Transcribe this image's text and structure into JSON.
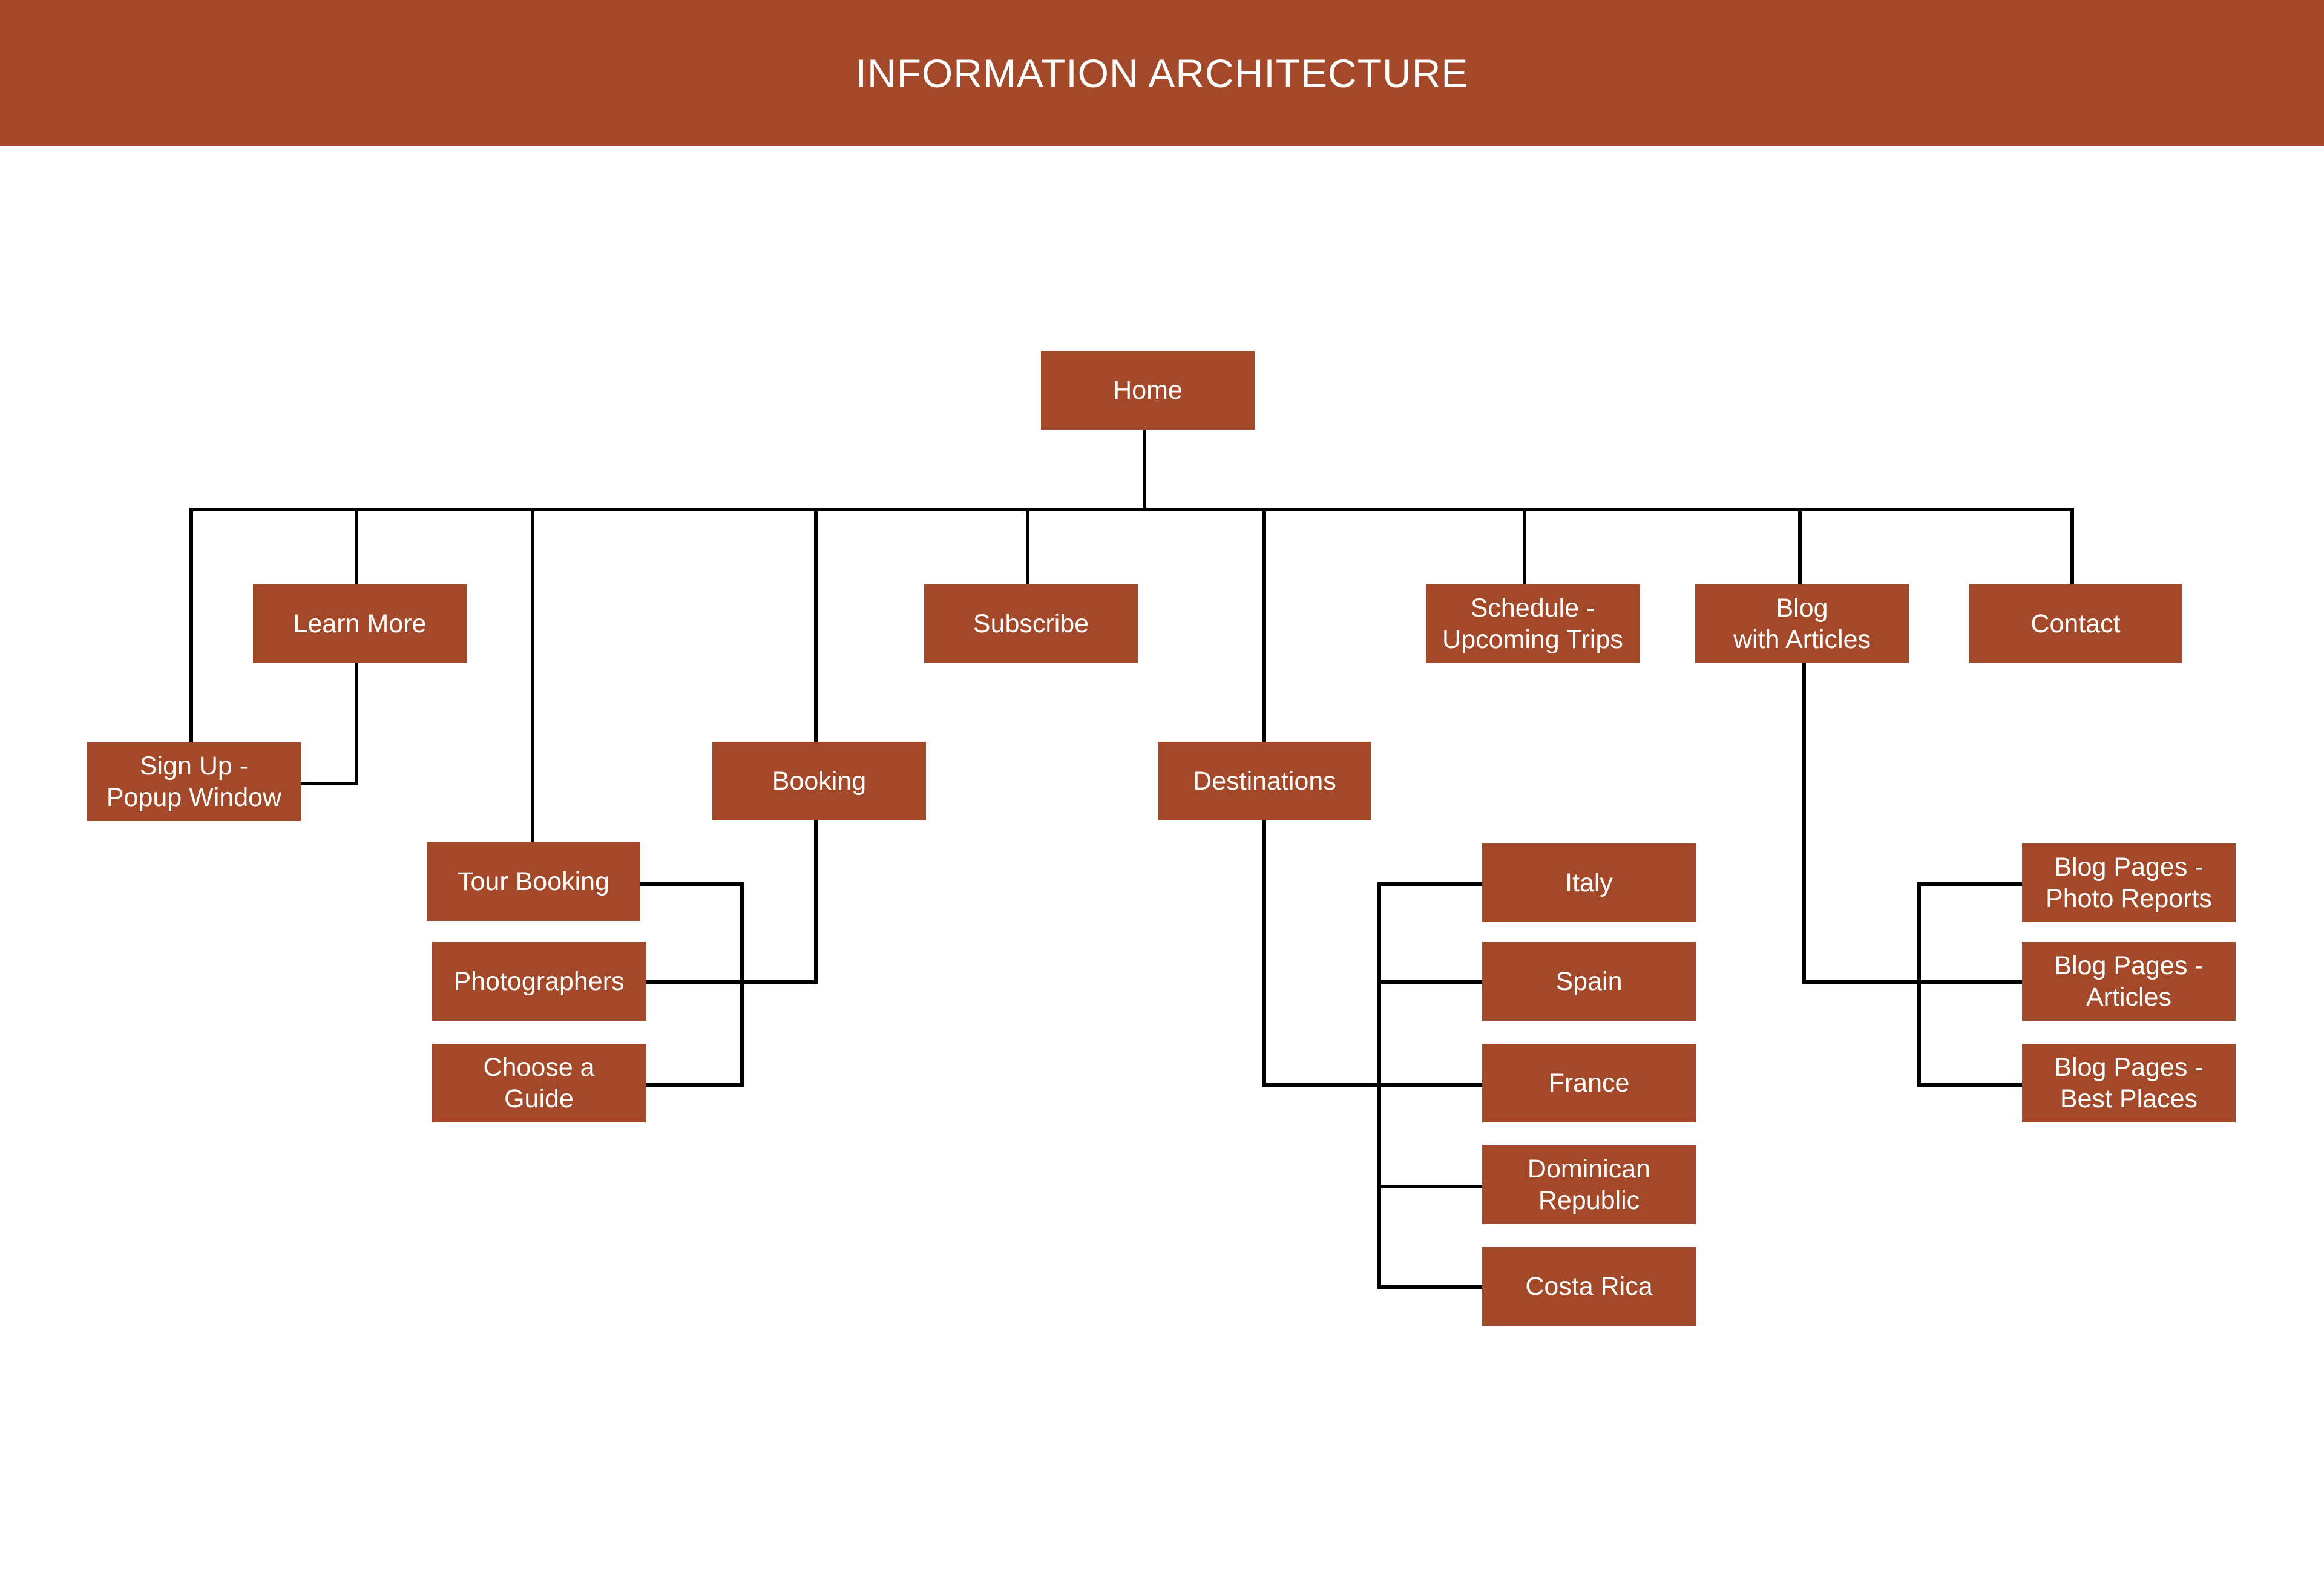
{
  "header": {
    "title": "INFORMATION ARCHITECTURE"
  },
  "colors": {
    "brand": "#a34828",
    "line": "#000000",
    "background": "#ffffff",
    "text": "#ffffff"
  },
  "nodes": {
    "home": "Home",
    "learn_more": "Learn More",
    "sign_up": "Sign Up -\nPopup Window",
    "tour_booking": "Tour Booking",
    "photographers": "Photographers",
    "choose_guide": "Choose a\nGuide",
    "booking": "Booking",
    "subscribe": "Subscribe",
    "destinations": "Destinations",
    "italy": "Italy",
    "spain": "Spain",
    "france": "France",
    "dominican_republic": "Dominican\nRepublic",
    "costa_rica": "Costa Rica",
    "schedule": "Schedule -\nUpcoming Trips",
    "blog": "Blog\nwith Articles",
    "contact": "Contact",
    "blog_photo_reports": "Blog Pages -\nPhoto Reports",
    "blog_articles": "Blog Pages -\nArticles",
    "blog_best_places": "Blog Pages -\nBest Places"
  }
}
